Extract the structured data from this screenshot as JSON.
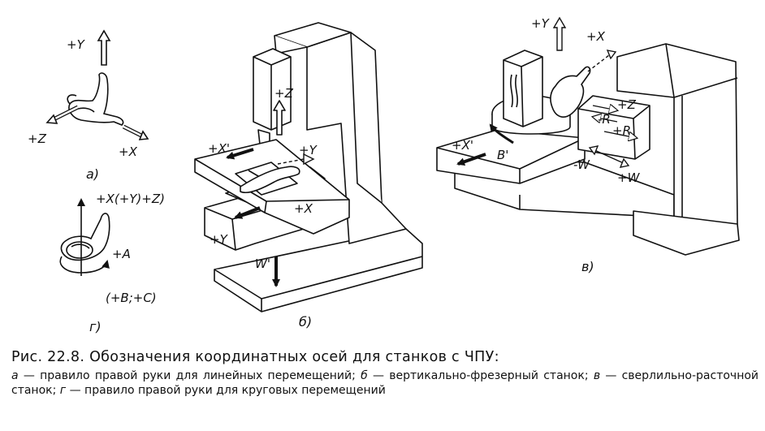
{
  "figure": {
    "panel_a": {
      "sublabel": "а)",
      "labels": {
        "plus_y": "+Y",
        "plus_z": "+Z",
        "plus_x": "+X"
      }
    },
    "panel_g": {
      "sublabel": "г)",
      "labels": {
        "top": "+X(+Y)+Z)",
        "plus_a": "+A",
        "bc": "(+B;+C)"
      }
    },
    "panel_b": {
      "sublabel": "б)",
      "labels": {
        "plus_z": "+Z",
        "plus_x_prime": "+X'",
        "plus_y_top": "+Y",
        "plus_x": "+X",
        "plus_y_knee": "+Y",
        "w_prime": "W'"
      }
    },
    "panel_v": {
      "sublabel": "в)",
      "labels": {
        "plus_y": "+Y",
        "plus_x": "+X",
        "plus_x_prime": "+X'",
        "b_prime": "B'",
        "plus_z": "+Z",
        "r_minus": "-R",
        "r_plus": "+R",
        "w_minus": "-W",
        "w_plus": "+W"
      }
    }
  },
  "caption": {
    "title": "Рис. 22.8. Обозначения координатных осей для станков с ЧПУ:",
    "items": [
      {
        "letter": "а",
        "text": " — правило правой руки для линейных перемещений; "
      },
      {
        "letter": "б",
        "text": " — вертикально-фрезерный станок; "
      },
      {
        "letter": "в",
        "text": " — сверлильно-расточной станок; "
      },
      {
        "letter": "г",
        "text": " — правило правой руки для круговых перемещений"
      }
    ]
  }
}
